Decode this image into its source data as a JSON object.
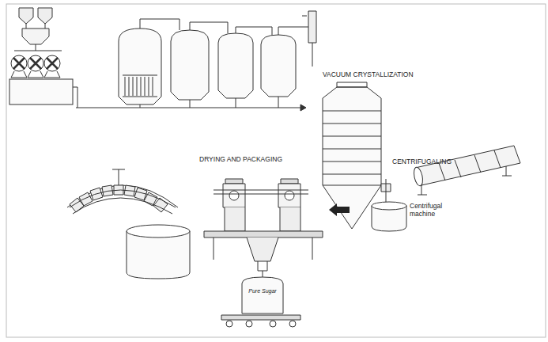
{
  "diagram": {
    "labels": [
      "VACUUM CRYSTALLIZATION",
      "CENTRIFUGALING",
      "Centrifugal machine",
      "DRYING AND PACKAGING",
      "Pure Sugar"
    ]
  }
}
